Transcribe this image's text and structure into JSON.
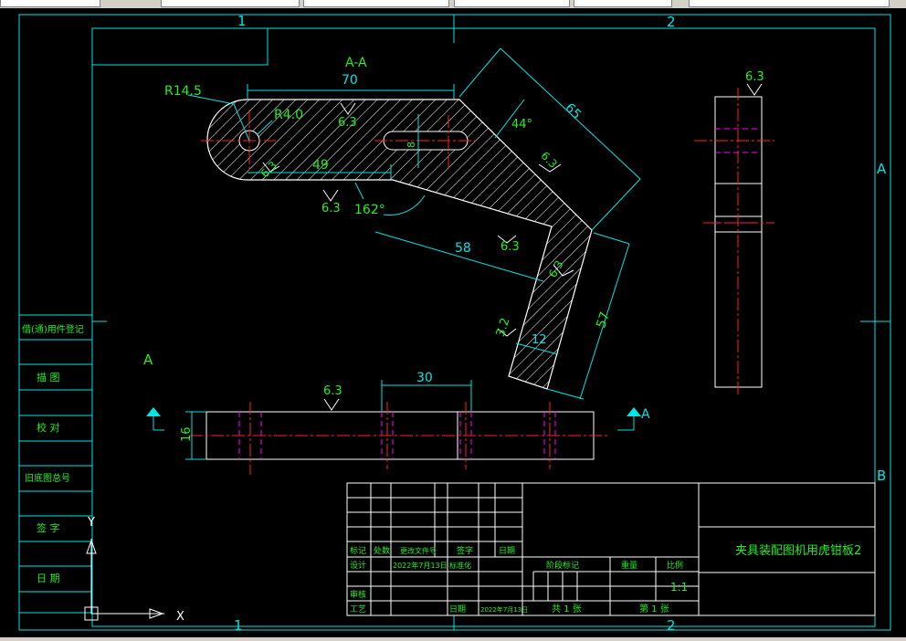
{
  "toolbar": {
    "tabs": [
      "",
      "",
      "",
      "",
      "",
      ""
    ]
  },
  "border": {
    "zone_top_1": "1",
    "zone_top_2": "2",
    "zone_bottom_1": "1",
    "zone_bottom_2": "2",
    "zone_right_a": "A",
    "zone_right_b": "B"
  },
  "main_view": {
    "section_label": "A-A",
    "dim_70": "70",
    "dim_r145": "R14.5",
    "dim_r40": "R4.0",
    "dim_49": "49",
    "dim_162": "162°",
    "dim_65": "65",
    "dim_44": "44°",
    "dim_58": "58",
    "dim_57": "57",
    "dim_12": "12",
    "dim_8": "8",
    "rough_63_a": "6.3",
    "rough_63_b": "6.3",
    "rough_63_c": "6.3",
    "rough_63_d": "6.3",
    "rough_63_e": "6.3",
    "rough_63_f": "6.3",
    "rough_32": "3.2"
  },
  "bottom_view": {
    "dim_30": "30",
    "dim_16": "16",
    "rough_63": "6.3",
    "section_mark_left": "A",
    "section_mark_right": "A"
  },
  "side_view": {
    "rough_63": "6.3"
  },
  "left_strip": {
    "rows": [
      "借(通)用件登记",
      "描 图",
      "校 对",
      "旧底图总号",
      "签 字",
      "日 期"
    ]
  },
  "title_block": {
    "part_name": "夹具装配图机用虎钳板2",
    "scale": "1:1",
    "row1": [
      "标记",
      "处数",
      "更改文件号",
      "签字",
      "日期"
    ],
    "row2": [
      "设计",
      "2022年7月13日",
      "标准化"
    ],
    "row3": [
      "审核"
    ],
    "row4": [
      "工艺",
      "日期",
      "2022年7月13日"
    ],
    "stage_labels": [
      "阶段标记",
      "重量",
      "比例"
    ],
    "sheet_total": "共 1 张",
    "sheet_no": "第 1 张"
  },
  "ucs": {
    "y_label": "Y",
    "x_label": "X"
  },
  "colors": {
    "outline": "#ffffff",
    "dimension": "#00e5e5",
    "text": "#22ee22",
    "centerline": "#ff2222",
    "hidden": "#ff00ff",
    "background": "#000000"
  }
}
